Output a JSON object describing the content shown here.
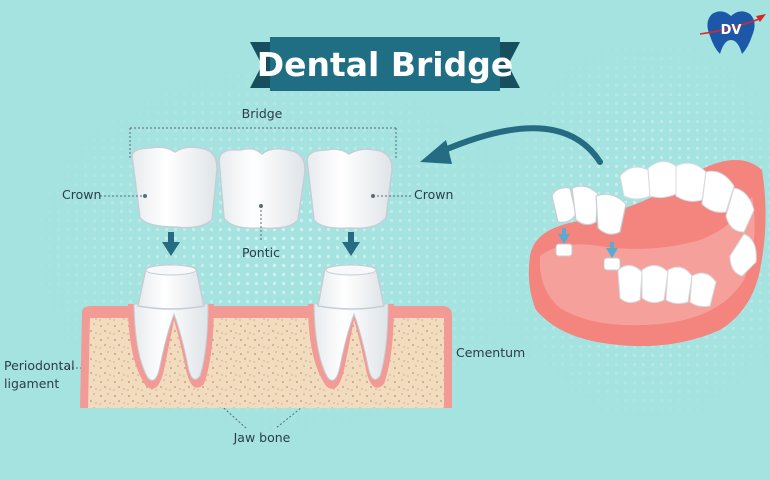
{
  "title": "Dental Bridge",
  "logo": {
    "text": "DV",
    "icon": "tooth-plane-logo-icon"
  },
  "labels": {
    "bridge": "Bridge",
    "crown_left": "Crown",
    "crown_right": "Crown",
    "pontic": "Pontic",
    "periodontal_line1": "Periodontal",
    "periodontal_line2": "ligament",
    "cementum": "Cementum",
    "jaw_bone": "Jaw bone"
  },
  "colors": {
    "background": "#a5e3e0",
    "banner": "#1f6e83",
    "arrow": "#256b82",
    "gum": "#f29b96",
    "bone": "#f2dcc0",
    "tooth": "#ffffff"
  }
}
